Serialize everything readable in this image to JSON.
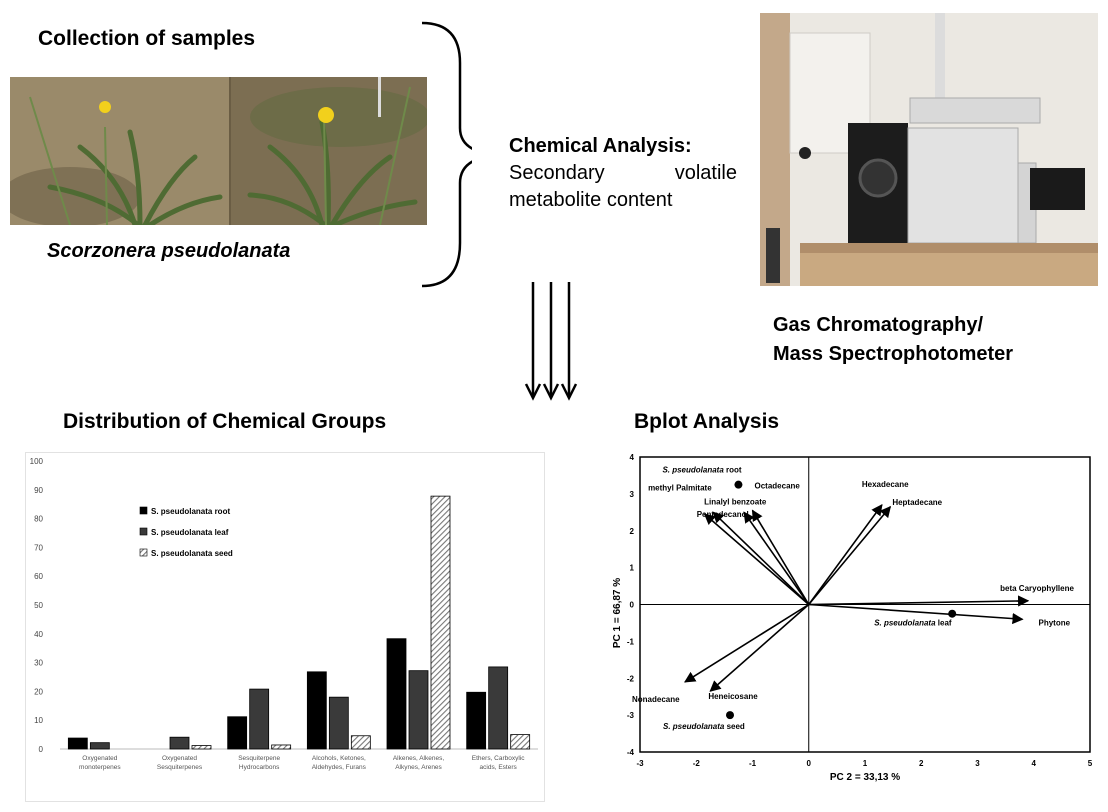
{
  "collection": {
    "title": "Collection of samples",
    "species": "Scorzonera pseudolanata"
  },
  "analysis": {
    "title": "Chemical Analysis:",
    "line1_a": "Secondary",
    "line1_b": "volatile",
    "line2": "metabolite content"
  },
  "instrument": {
    "line1": "Gas Chromatography/",
    "line2": "Mass Spectrophotometer"
  },
  "sections": {
    "distribution_title": "Distribution of Chemical Groups",
    "biplot_title": "Bplot Analysis"
  },
  "colors": {
    "root": "#000000",
    "leaf": "#3a3a3a",
    "seed_hatch": "#777777",
    "photo_soil": "#8a7a5c",
    "leaf_green": "#4f6b33",
    "flower": "#f2d01c"
  },
  "icons": [
    "arrow-down-icon"
  ],
  "chart_data": [
    {
      "type": "bar",
      "title": "",
      "xlabel": "",
      "ylabel": "",
      "ylim": [
        0,
        100
      ],
      "yticks": [
        "0",
        "10",
        "20",
        "30",
        "40",
        "50",
        "60",
        "70",
        "80",
        "90",
        "100"
      ],
      "grid": false,
      "legend_position": "top-left",
      "categories": [
        [
          "Oxygenated",
          "monoterpenes"
        ],
        [
          "Oxygenated",
          "Sesquiterpenes"
        ],
        [
          "Sesquiterpene",
          "Hydrocarbons"
        ],
        [
          "Alcohols, Ketones,",
          "Aldehydes, Furans"
        ],
        [
          "Alkenes, Alkenes,",
          "Alkynes, Arenes"
        ],
        [
          "Ethers, Carboxylic",
          "acids, Esters"
        ]
      ],
      "series": [
        {
          "name": "S. pseudolanata root",
          "values": [
            3.8,
            0,
            11.2,
            26.8,
            38.3,
            19.7
          ]
        },
        {
          "name": "S. pseudolanata leaf",
          "values": [
            2.2,
            4.1,
            20.8,
            18.0,
            27.2,
            28.5
          ]
        },
        {
          "name": "S. pseudolanata seed",
          "values": [
            0,
            1.2,
            1.4,
            4.6,
            87.8,
            5.0
          ]
        }
      ]
    },
    {
      "type": "scatter",
      "title": "",
      "xlabel": "PC 2 = 33,13 %",
      "ylabel": "PC 1 = 66,87 %",
      "xlim": [
        -3,
        5
      ],
      "ylim": [
        -4,
        4
      ],
      "xticks": [
        "-3",
        "-2",
        "-1",
        "0",
        "1",
        "2",
        "3",
        "4",
        "5"
      ],
      "yticks": [
        "4",
        "3",
        "2",
        "1",
        "0",
        "-1",
        "-2",
        "-3",
        "-4"
      ],
      "grid": false,
      "vectors": [
        {
          "label": "methyl Palmitate",
          "x": -1.15,
          "y": 2.5
        },
        {
          "label": "Octadecane",
          "x": -1.0,
          "y": 2.55
        },
        {
          "label": "Linalyl benzoate",
          "x": -1.7,
          "y": 2.5
        },
        {
          "label": "Pentadecanol",
          "x": -1.85,
          "y": 2.45
        },
        {
          "label": "Hexadecane",
          "x": 1.3,
          "y": 2.7
        },
        {
          "label": "Heptadecane",
          "x": 1.45,
          "y": 2.65
        },
        {
          "label": "beta Caryophyllene",
          "x": 3.9,
          "y": 0.1
        },
        {
          "label": "Phytone",
          "x": 3.8,
          "y": -0.4
        },
        {
          "label": "Nonadecane",
          "x": -2.2,
          "y": -2.1
        },
        {
          "label": "Heneicosane",
          "x": -1.75,
          "y": -2.35
        }
      ],
      "points": [
        {
          "prefix": "S.",
          "label": "pseudolanata",
          "suffix": "root",
          "x": -1.25,
          "y": 3.25
        },
        {
          "prefix": "S.",
          "label": "pseudolanata",
          "suffix": "leaf",
          "x": 2.55,
          "y": -0.25
        },
        {
          "prefix": "S.",
          "label": "pseudolanata",
          "suffix": "seed",
          "x": -1.4,
          "y": -3.0
        }
      ]
    }
  ]
}
